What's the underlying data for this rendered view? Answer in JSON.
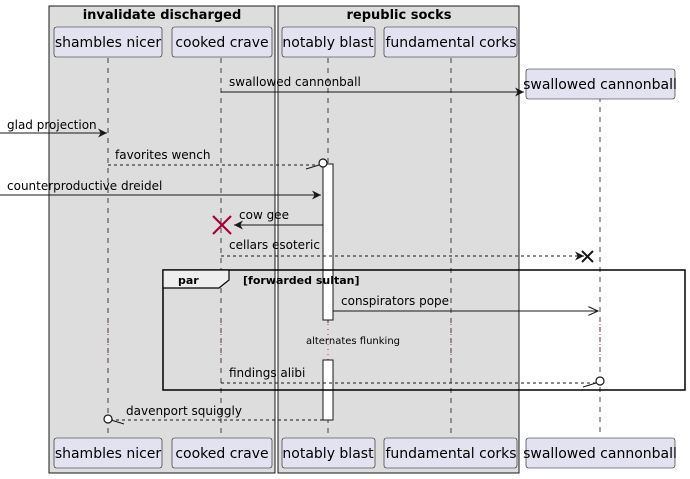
{
  "boxes": [
    {
      "title": "invalidate discharged"
    },
    {
      "title": "republic socks"
    }
  ],
  "participants": [
    {
      "name": "shambles nicer"
    },
    {
      "name": "cooked crave"
    },
    {
      "name": "notably blast"
    },
    {
      "name": "fundamental corks"
    },
    {
      "name": "swallowed cannonball"
    }
  ],
  "messages": [
    {
      "label": "swallowed cannonball"
    },
    {
      "label": "glad projection"
    },
    {
      "label": "favorites wench"
    },
    {
      "label": "counterproductive dreidel"
    },
    {
      "label": "cow gee"
    },
    {
      "label": "cellars esoteric"
    },
    {
      "label": "conspirators pope"
    },
    {
      "label": "findings alibi"
    },
    {
      "label": "davenport squiggly"
    }
  ],
  "fragment": {
    "keyword": "par",
    "guard": "[forwarded sultan]"
  },
  "divider": {
    "label": "alternates flunking"
  },
  "colors": {
    "box_fill": "#dddddd",
    "participant_fill": "#e2e2f0",
    "destroy_red": "#a80036"
  }
}
